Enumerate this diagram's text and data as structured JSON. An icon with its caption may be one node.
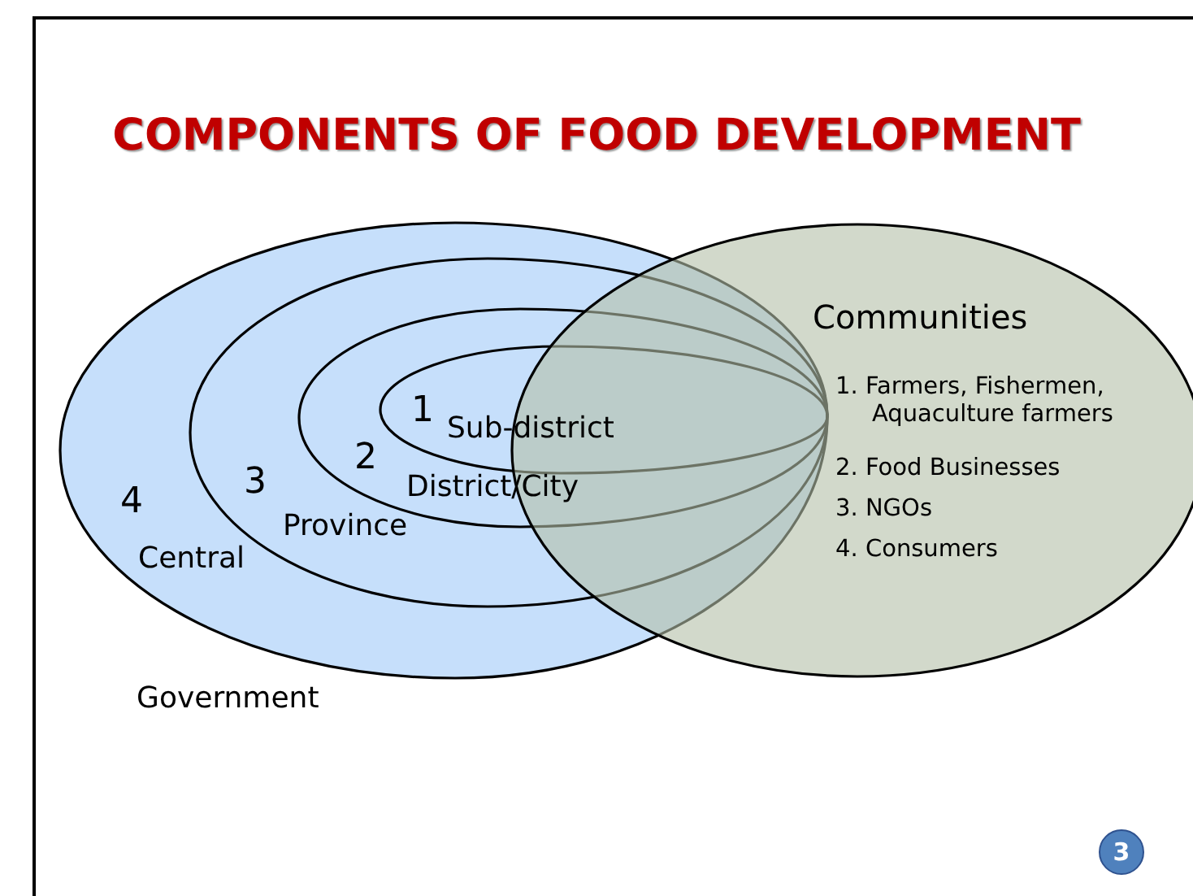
{
  "diagram": {
    "title": "COMPONENTS OF FOOD DEVELOPMENT",
    "nodes": [
      {
        "text": [
          "4",
          "Central"
        ],
        "beside": [
          "Government"
        ]
      },
      {
        "text": [
          "3",
          "Province"
        ],
        "in": 0
      },
      {
        "text": [
          "2",
          "District/City"
        ],
        "in": 1
      },
      {
        "text": [
          "1",
          "Sub-district"
        ],
        "in": 2
      },
      {
        "text": [
          "Communities",
          "1. Farmers, Fishermen, Aquaculture farmers",
          "2. Food Businesses",
          "3. NGOs",
          "4. Consumers"
        ]
      }
    ],
    "labels": [
      "3"
    ]
  }
}
